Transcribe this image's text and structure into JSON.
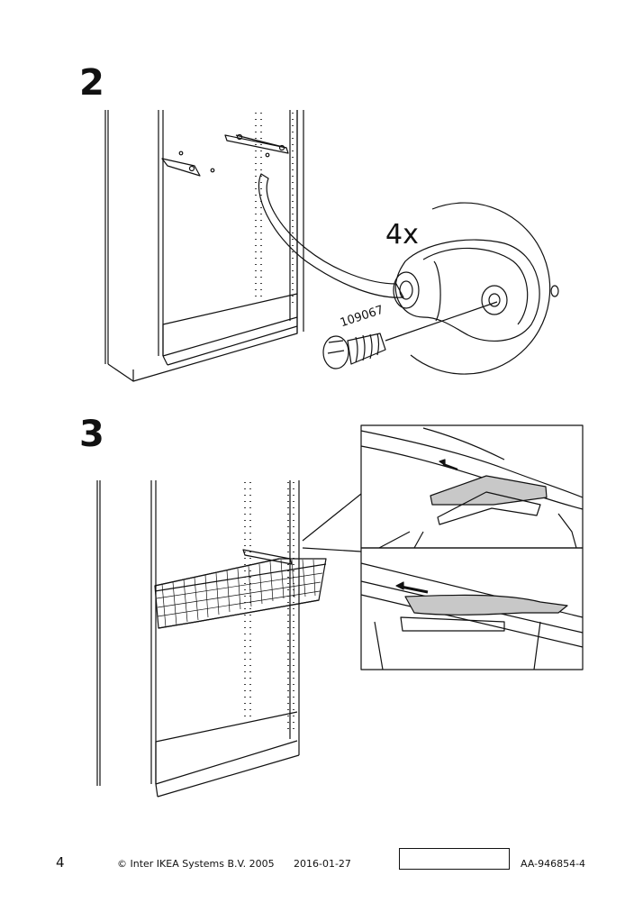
{
  "steps": [
    {
      "number": "2",
      "quantity": "4x",
      "part_number": "109067"
    },
    {
      "number": "3"
    }
  ],
  "footer": {
    "page_number": "4",
    "copyright": "© Inter IKEA Systems B.V. 2005",
    "date": "2016-01-27",
    "document_id": "AA-946854-4"
  }
}
